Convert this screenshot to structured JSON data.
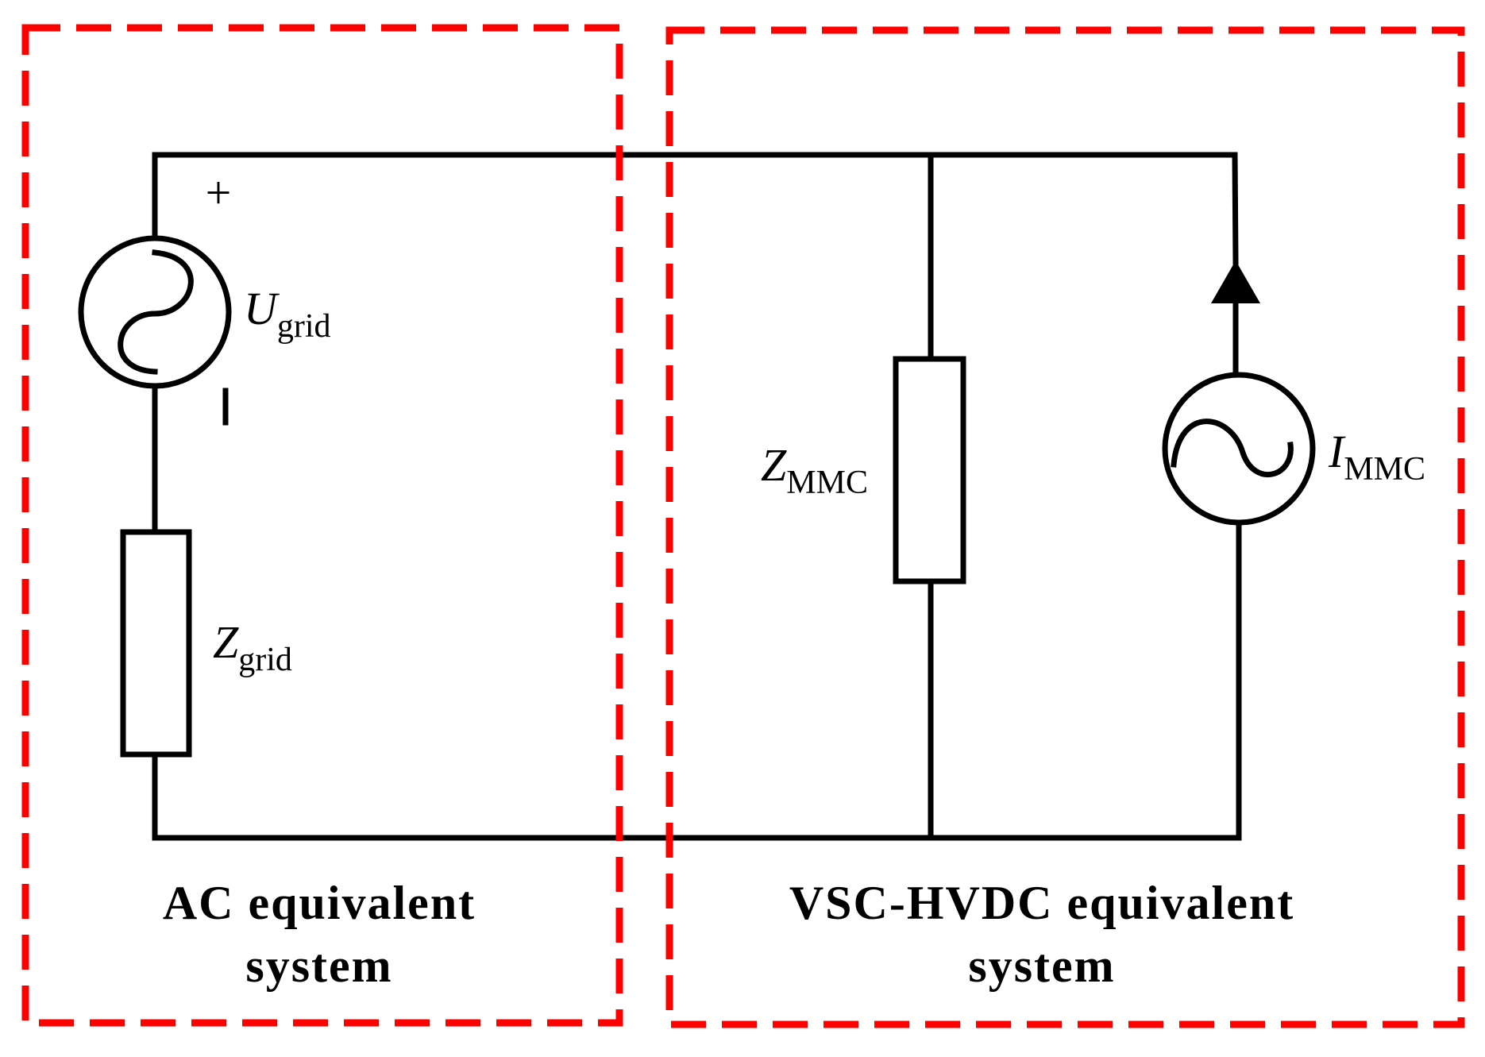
{
  "colors": {
    "boundary": "#ff0000",
    "wire": "#000000"
  },
  "icons": {
    "voltage_source": "ac-voltage-source-icon",
    "current_source": "ac-current-source-icon",
    "impedance": "resistor-box-icon",
    "arrow": "arrow-up-icon"
  },
  "polarity": {
    "plus": "+",
    "minus": "−"
  },
  "components": {
    "u_grid": {
      "symbol": "U",
      "subscript": "grid"
    },
    "z_grid": {
      "symbol": "Z",
      "subscript": "grid"
    },
    "z_mmc": {
      "symbol": "Z",
      "subscript": "MMC"
    },
    "i_mmc": {
      "symbol": "I",
      "subscript": "MMC"
    }
  },
  "regions": {
    "ac": {
      "line1": "AC equivalent",
      "line2": "system"
    },
    "vsc": {
      "line1": "VSC-HVDC equivalent",
      "line2": "system"
    }
  }
}
